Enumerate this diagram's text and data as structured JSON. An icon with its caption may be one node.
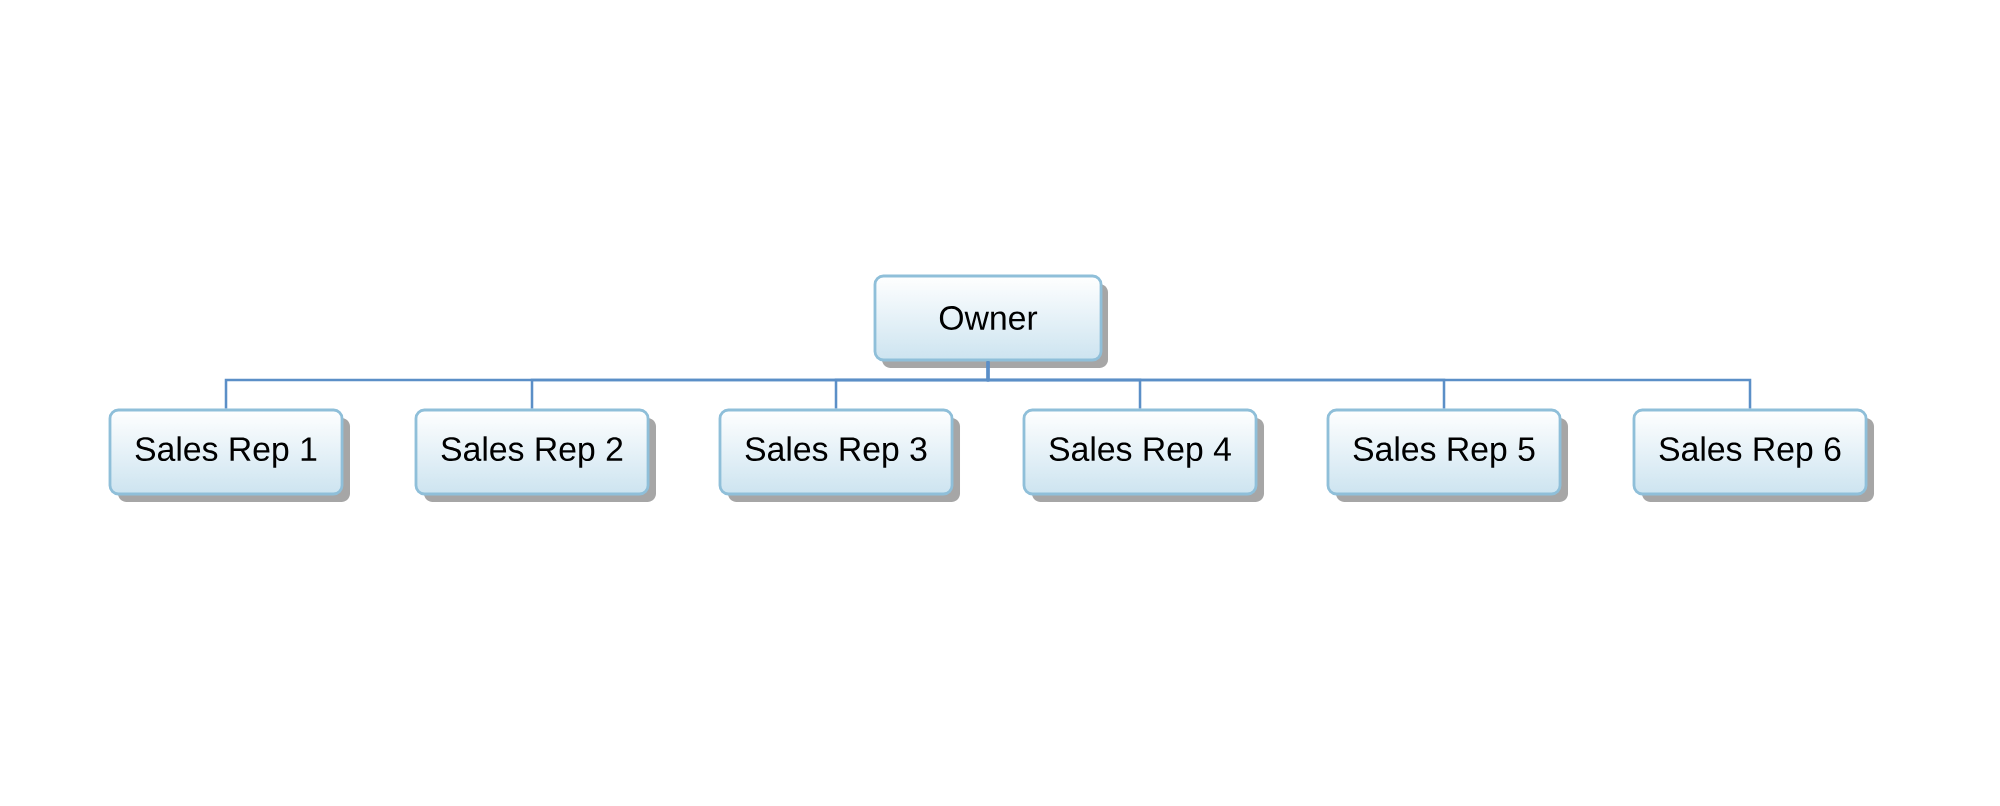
{
  "diagram": {
    "nodes": [
      {
        "text": [
          "Owner"
        ]
      },
      {
        "text": [
          "Sales Rep 1"
        ]
      },
      {
        "text": [
          "Sales Rep 2"
        ]
      },
      {
        "text": [
          "Sales Rep 3"
        ]
      },
      {
        "text": [
          "Sales Rep 4"
        ]
      },
      {
        "text": [
          "Sales Rep 5"
        ]
      },
      {
        "text": [
          "Sales Rep 6"
        ]
      }
    ],
    "edges": [
      {
        "from": 0,
        "to": 1,
        "arrow": "none"
      },
      {
        "from": 0,
        "to": 2,
        "arrow": "none"
      },
      {
        "from": 0,
        "to": 3,
        "arrow": "none"
      },
      {
        "from": 0,
        "to": 4,
        "arrow": "none"
      },
      {
        "from": 0,
        "to": 5,
        "arrow": "none"
      },
      {
        "from": 0,
        "to": 6,
        "arrow": "none"
      }
    ]
  }
}
